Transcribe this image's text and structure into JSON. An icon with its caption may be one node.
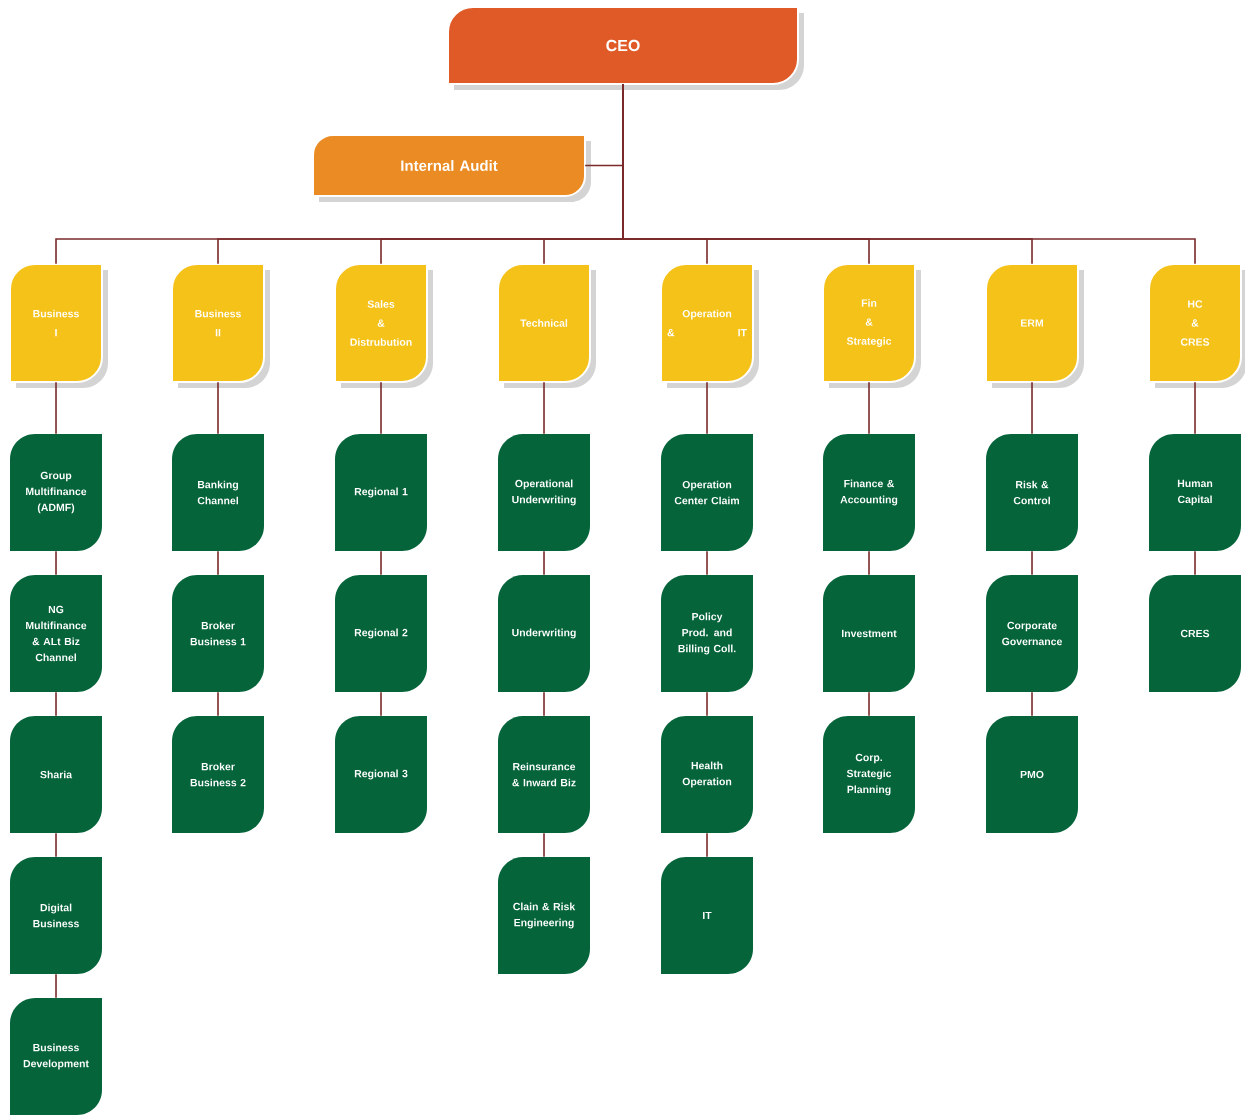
{
  "diagram": {
    "nodes": [
      {
        "text": [
          "CEO"
        ]
      },
      {
        "text": [
          "Internal Audit"
        ]
      },
      {
        "text": [
          "Business I"
        ]
      },
      {
        "text": [
          "Business II"
        ]
      },
      {
        "text": [
          "Sales & Distrubution"
        ]
      },
      {
        "text": [
          "Technical"
        ]
      },
      {
        "text": [
          "Operation & IT"
        ]
      },
      {
        "text": [
          "Fin & Strategic"
        ]
      },
      {
        "text": [
          "ERM"
        ]
      },
      {
        "text": [
          "HC & CRES"
        ]
      },
      {
        "text": [
          "Group Multifinance (ADMF)"
        ]
      },
      {
        "text": [
          "NG Multifinance & ALt Biz Channel"
        ]
      },
      {
        "text": [
          "Sharia"
        ]
      },
      {
        "text": [
          "Digital Business"
        ]
      },
      {
        "text": [
          "Business Development"
        ]
      },
      {
        "text": [
          "Banking Channel"
        ]
      },
      {
        "text": [
          "Broker Business 1"
        ]
      },
      {
        "text": [
          "Broker Business 2"
        ]
      },
      {
        "text": [
          "Regional 1"
        ]
      },
      {
        "text": [
          "Regional 2"
        ]
      },
      {
        "text": [
          "Regional 3"
        ]
      },
      {
        "text": [
          "Operational Underwriting"
        ]
      },
      {
        "text": [
          "Underwriting"
        ]
      },
      {
        "text": [
          "Reinsurance & Inward Biz"
        ]
      },
      {
        "text": [
          "Clain & Risk Engineering"
        ]
      },
      {
        "text": [
          "Operation Center Claim"
        ]
      },
      {
        "text": [
          "Policy Prod. and Billing Coll."
        ]
      },
      {
        "text": [
          "Health Operation"
        ]
      },
      {
        "text": [
          "IT"
        ]
      },
      {
        "text": [
          "Finance & Accounting"
        ]
      },
      {
        "text": [
          "Investment"
        ]
      },
      {
        "text": [
          "Corp. Strategic Planning"
        ]
      },
      {
        "text": [
          "Risk & Control"
        ]
      },
      {
        "text": [
          "Corporate Governance"
        ]
      },
      {
        "text": [
          "PMO"
        ]
      },
      {
        "text": [
          "Human Capital"
        ]
      },
      {
        "text": [
          "CRES"
        ]
      }
    ],
    "edges": [
      {
        "from": 0,
        "to": 1,
        "arrow": "none"
      },
      {
        "from": 0,
        "to": 2,
        "arrow": "none"
      },
      {
        "from": 0,
        "to": 3,
        "arrow": "none"
      },
      {
        "from": 0,
        "to": 4,
        "arrow": "none"
      },
      {
        "from": 0,
        "to": 5,
        "arrow": "none"
      },
      {
        "from": 0,
        "to": 6,
        "arrow": "none"
      },
      {
        "from": 0,
        "to": 7,
        "arrow": "none"
      },
      {
        "from": 0,
        "to": 8,
        "arrow": "none"
      },
      {
        "from": 0,
        "to": 9,
        "arrow": "none"
      },
      {
        "from": 2,
        "to": 10,
        "arrow": "none"
      },
      {
        "from": 10,
        "to": 11,
        "arrow": "none"
      },
      {
        "from": 11,
        "to": 12,
        "arrow": "none"
      },
      {
        "from": 12,
        "to": 13,
        "arrow": "none"
      },
      {
        "from": 13,
        "to": 14,
        "arrow": "none"
      },
      {
        "from": 3,
        "to": 15,
        "arrow": "none"
      },
      {
        "from": 15,
        "to": 16,
        "arrow": "none"
      },
      {
        "from": 16,
        "to": 17,
        "arrow": "none"
      },
      {
        "from": 4,
        "to": 18,
        "arrow": "none"
      },
      {
        "from": 18,
        "to": 19,
        "arrow": "none"
      },
      {
        "from": 19,
        "to": 20,
        "arrow": "none"
      },
      {
        "from": 5,
        "to": 21,
        "arrow": "none"
      },
      {
        "from": 21,
        "to": 22,
        "arrow": "none"
      },
      {
        "from": 22,
        "to": 23,
        "arrow": "none"
      },
      {
        "from": 23,
        "to": 24,
        "arrow": "none"
      },
      {
        "from": 6,
        "to": 25,
        "arrow": "none"
      },
      {
        "from": 25,
        "to": 26,
        "arrow": "none"
      },
      {
        "from": 26,
        "to": 27,
        "arrow": "none"
      },
      {
        "from": 27,
        "to": 28,
        "arrow": "none"
      },
      {
        "from": 7,
        "to": 29,
        "arrow": "none"
      },
      {
        "from": 29,
        "to": 30,
        "arrow": "none"
      },
      {
        "from": 30,
        "to": 31,
        "arrow": "none"
      },
      {
        "from": 8,
        "to": 32,
        "arrow": "none"
      },
      {
        "from": 32,
        "to": 33,
        "arrow": "none"
      },
      {
        "from": 33,
        "to": 34,
        "arrow": "none"
      },
      {
        "from": 9,
        "to": 35,
        "arrow": "none"
      },
      {
        "from": 35,
        "to": 36,
        "arrow": "none"
      }
    ]
  }
}
